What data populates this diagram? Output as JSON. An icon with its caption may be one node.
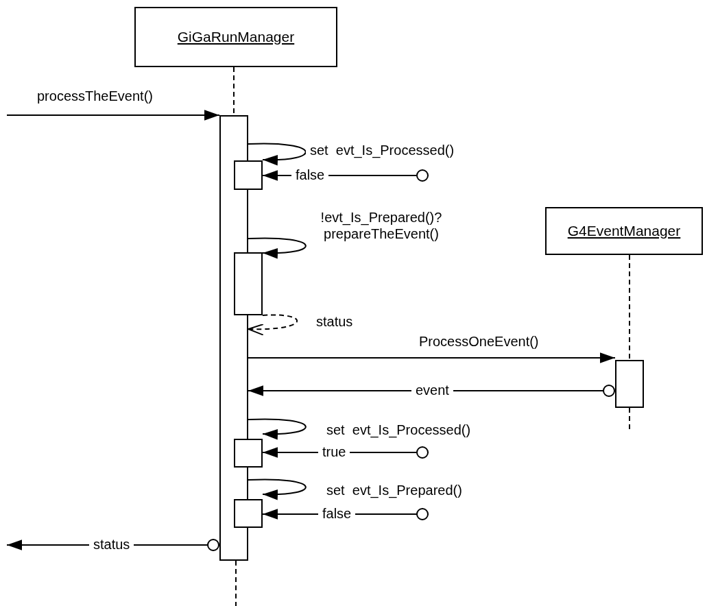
{
  "diagram": {
    "nodes": [
      {
        "text": [
          "GiGaRunManager"
        ]
      },
      {
        "text": [],
        "shape": "box"
      },
      {
        "text": [],
        "shape": "box"
      },
      {
        "text": [],
        "shape": "box"
      },
      {
        "text": [
          "G4EventManager"
        ]
      },
      {
        "text": [],
        "shape": "box"
      },
      {
        "text": [],
        "shape": "box"
      },
      {
        "text": [],
        "shape": "box"
      }
    ],
    "edges": [
      {
        "from": 0,
        "to": 1,
        "arrow": "none",
        "style": "dashed"
      },
      {
        "from": 4,
        "to": 5,
        "arrow": "none",
        "style": "dashed"
      },
      {
        "from": null,
        "to": 1,
        "arrow": "to",
        "label": "processTheEvent()"
      },
      {
        "from": 1,
        "to": 2,
        "arrow": "to",
        "label": "set  evt_Is_Processed()"
      },
      {
        "from": null,
        "to": 2,
        "arrow": "to",
        "label": "false"
      },
      {
        "from": 1,
        "to": 3,
        "arrow": "to",
        "label": "!evt_Is_Prepared()? prepareTheEvent()"
      },
      {
        "from": 3,
        "to": 1,
        "arrow": "to",
        "style": "dashed",
        "label": "status"
      },
      {
        "from": 1,
        "to": 5,
        "arrow": "to",
        "label": "ProcessOneEvent()"
      },
      {
        "from": 5,
        "to": 1,
        "arrow": "to",
        "label": "event"
      },
      {
        "from": 1,
        "to": 6,
        "arrow": "to",
        "label": "set  evt_Is_Processed()"
      },
      {
        "from": null,
        "to": 6,
        "arrow": "to",
        "label": "true"
      },
      {
        "from": 1,
        "to": 7,
        "arrow": "to",
        "label": "set  evt_Is_Prepared()"
      },
      {
        "from": null,
        "to": 7,
        "arrow": "to",
        "label": "false"
      },
      {
        "from": 1,
        "to": null,
        "arrow": "to",
        "label": "status"
      }
    ]
  }
}
